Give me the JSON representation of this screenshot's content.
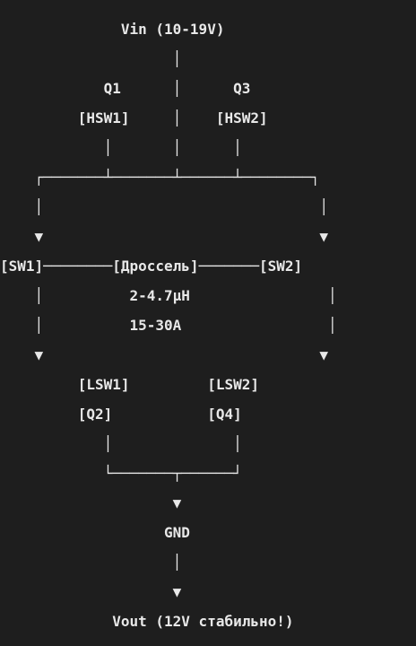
{
  "diagram": {
    "lines": [
      "              Vin (10-19V)",
      "                    │",
      "            Q1      │      Q3",
      "         [HSW1]     │    [HSW2]",
      "            │       │      │",
      "    ┌───────┴───────┴──────┴────────┐",
      "    │                                │",
      "    ▼                                ▼",
      "[SW1]────────[Дроссель]───────[SW2]",
      "    │          2-4.7μH                │",
      "    │          15-30A                 │",
      "    ▼                                ▼",
      "         [LSW1]         [LSW2]",
      "         [Q2]           [Q4]",
      "            │              │",
      "            └───────┬──────┘",
      "                    ▼",
      "                   GND",
      "                    │",
      "                    ▼",
      "             Vout (12V стабильно!)"
    ]
  }
}
